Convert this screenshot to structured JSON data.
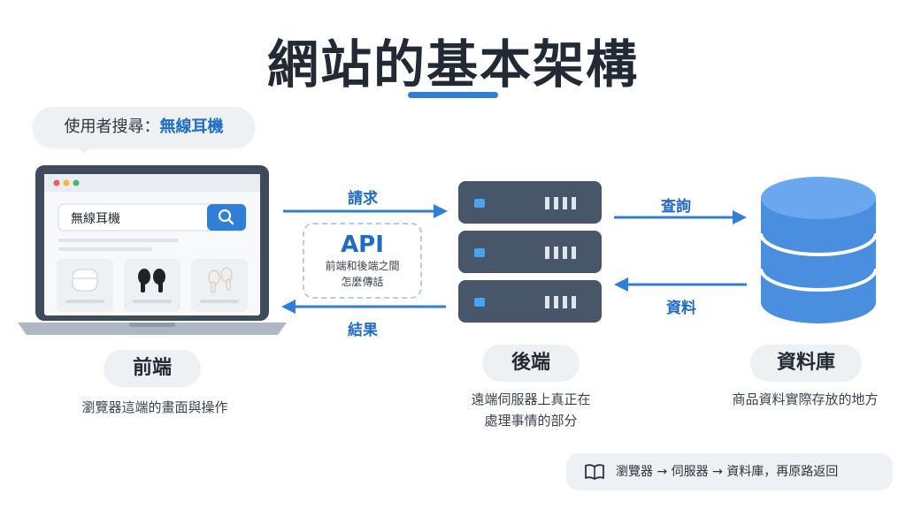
{
  "title": "網站的基本架構",
  "bubble": {
    "prefix": "使用者搜尋：",
    "keyword": "無線耳機"
  },
  "laptop": {
    "search_text": "無線耳機"
  },
  "arrows": {
    "request": "請求",
    "result": "結果",
    "query": "查詢",
    "data": "資料"
  },
  "api": {
    "title": "API",
    "line1": "前端和後端之間",
    "line2": "怎麼傳話"
  },
  "frontend": {
    "label": "前端",
    "desc": "瀏覽器這端的畫面與操作"
  },
  "backend": {
    "label": "後端",
    "desc_line1": "遠端伺服器上真正在",
    "desc_line2": "處理事情的部分"
  },
  "database": {
    "label": "資料庫",
    "desc": "商品資料實際存放的地方"
  },
  "footer": {
    "text": "瀏覽器 → 伺服器 → 資料庫，再原路返回"
  },
  "colors": {
    "accent": "#2f7fd7",
    "server": "#48566a",
    "db": "#4a8ee0"
  }
}
